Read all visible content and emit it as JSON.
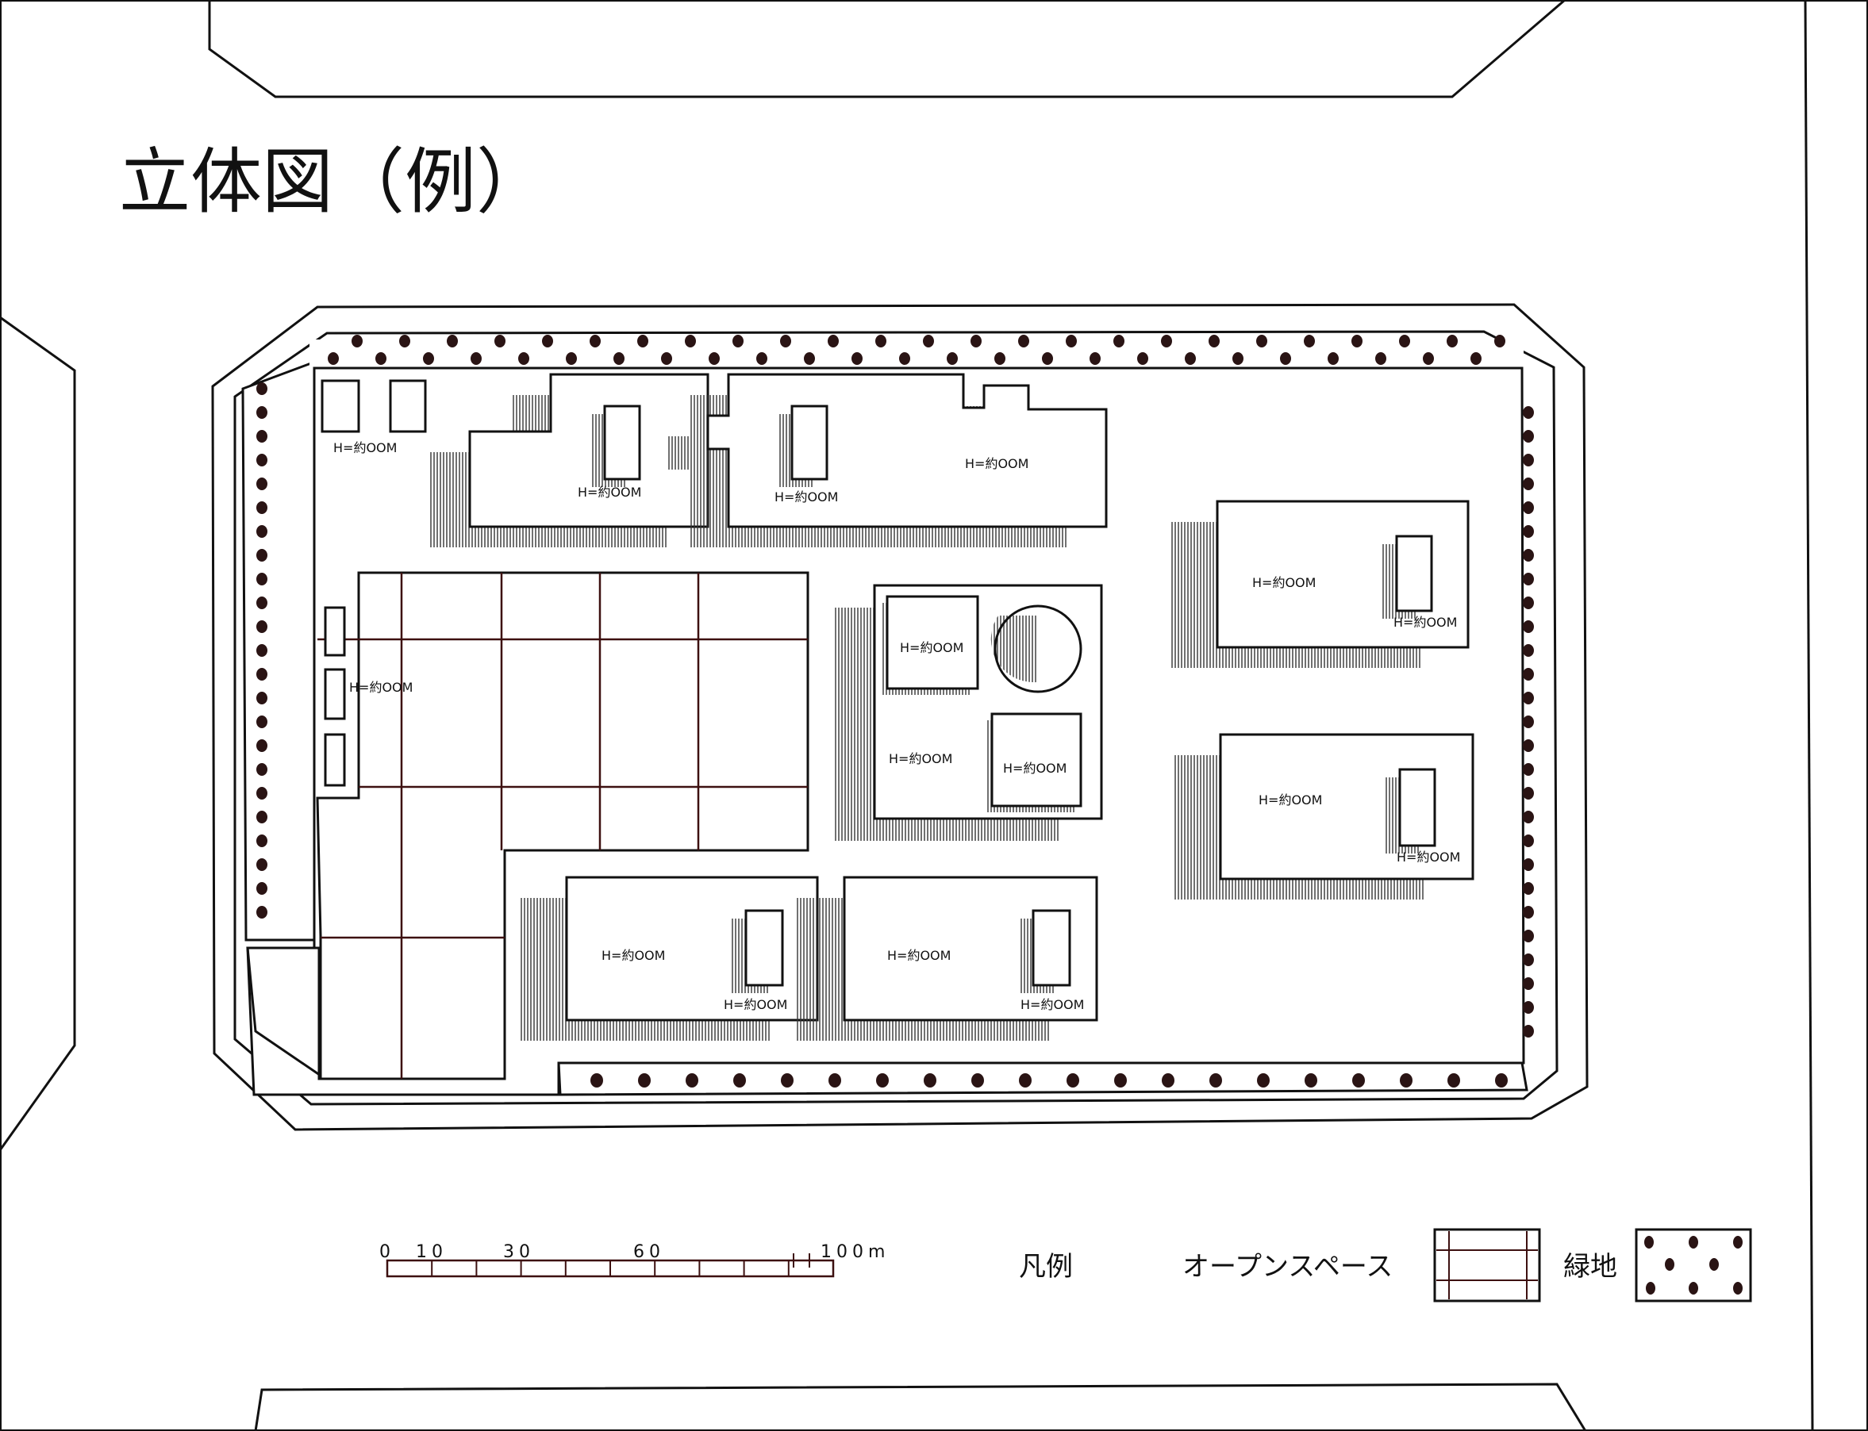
{
  "title": "立体図（例）",
  "height_label": "H=約OOM",
  "scale_bar": {
    "ticks": [
      "0",
      "10",
      "30",
      "60",
      "100m"
    ]
  },
  "legend": {
    "heading": "凡例",
    "open_space_label": "オープンスペース",
    "green_label": "緑地"
  },
  "colors": {
    "ink": "#111111",
    "grid": "#3d1010",
    "dots": "#2a1414"
  }
}
